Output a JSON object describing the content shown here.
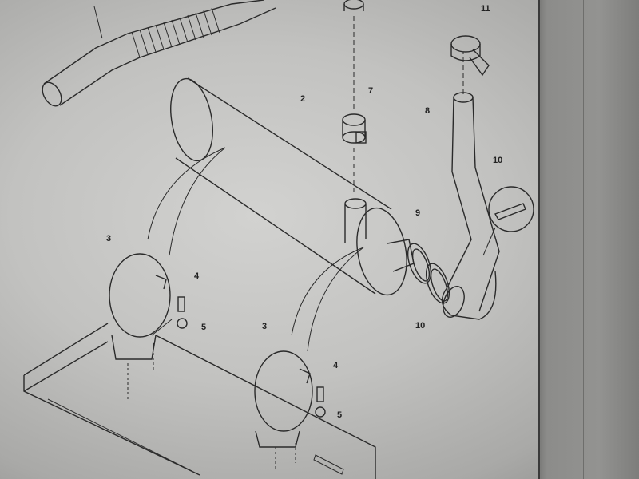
{
  "diagram": {
    "callouts": {
      "muffler": "2",
      "clamp_left": "3",
      "bolt_left": "4",
      "washer_left": "5",
      "clamp_right": "3",
      "bolt_right": "4",
      "washer_right": "5",
      "pipe_clamp": "7",
      "tailpipe": "8",
      "gasket_clamp": "9",
      "gasket": "10",
      "detail_clamp": "10",
      "top_clamp": "11"
    }
  }
}
